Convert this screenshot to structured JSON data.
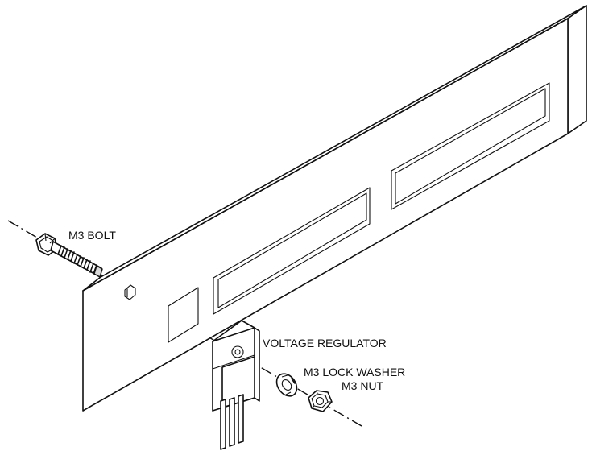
{
  "labels": {
    "bolt": "M3 BOLT",
    "regulator": "VOLTAGE REGULATOR",
    "washer": "M3 LOCK WASHER",
    "nut": "M3 NUT"
  }
}
